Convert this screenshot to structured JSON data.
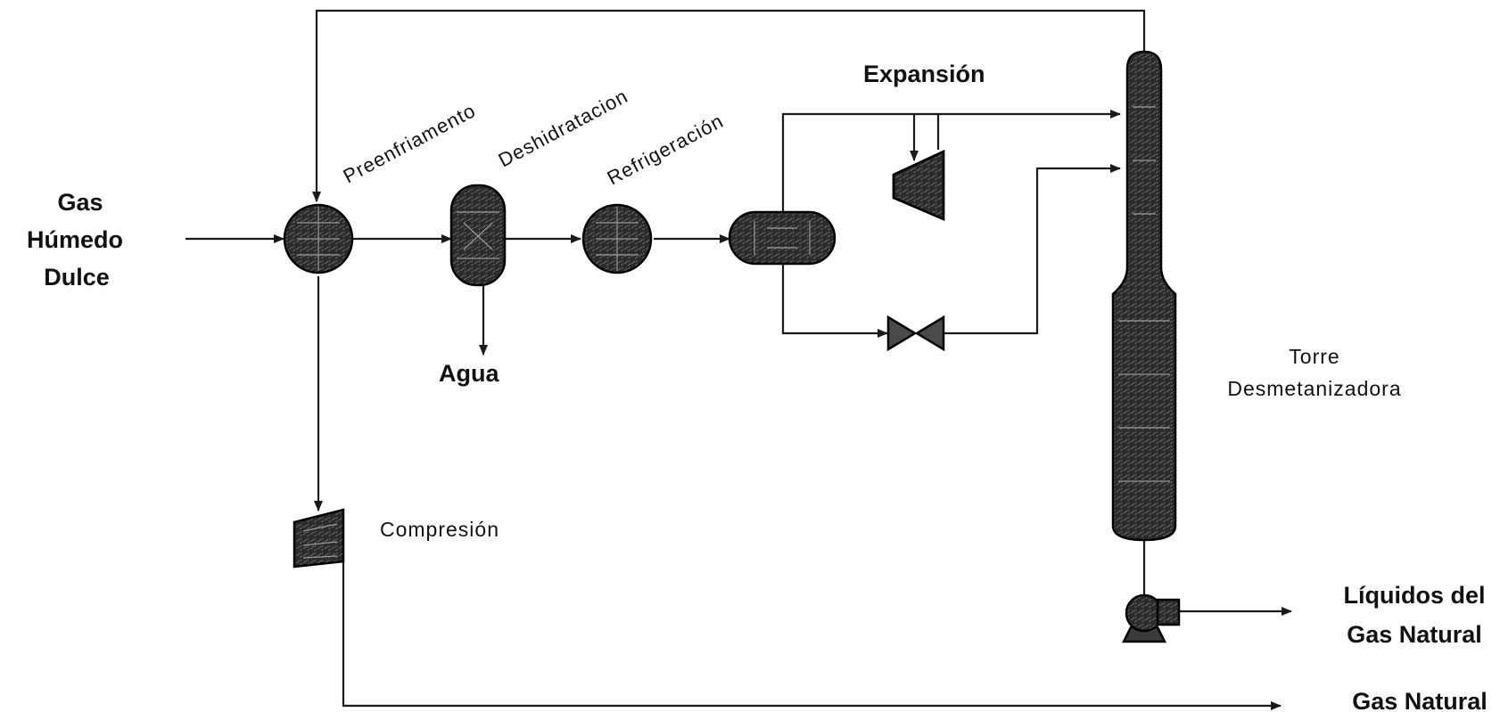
{
  "labels": {
    "feed_line1": "Gas",
    "feed_line2": "Húmedo",
    "feed_line3": "Dulce",
    "preenfriamiento": "Preenfriamento",
    "deshidratacion": "Deshidratacion",
    "refrigeracion": "Refrigeración",
    "expansion": "Expansión",
    "agua": "Agua",
    "torre_line1": "Torre",
    "torre_line2": "Desmetanizadora",
    "compresion": "Compresión",
    "liquidos_line1": "Líquidos del",
    "liquidos_line2": "Gas Natural",
    "gas_natural": "Gas Natural"
  },
  "colors": {
    "equipment_fill": "#2b2b2b",
    "line": "#1a1a1a",
    "background": "#ffffff"
  }
}
